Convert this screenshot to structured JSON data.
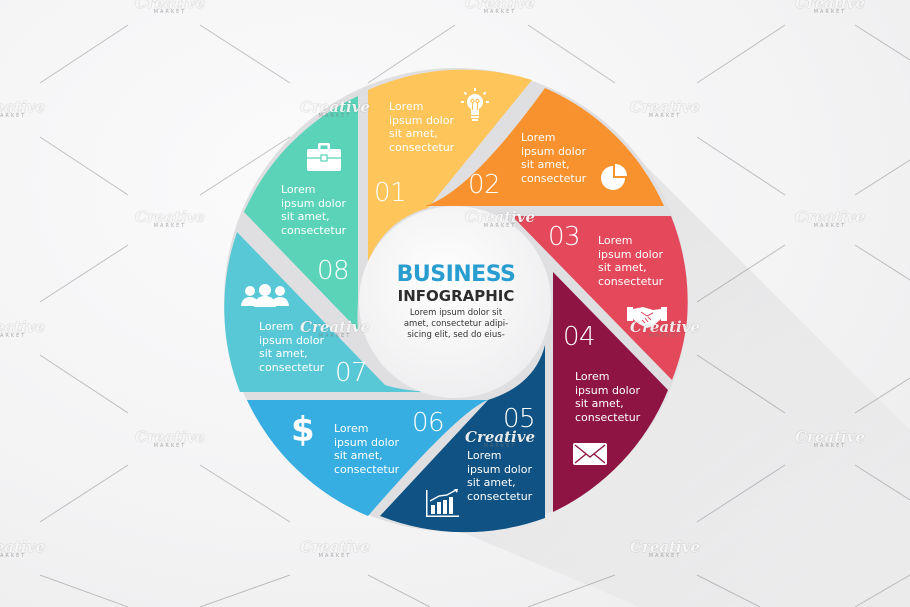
{
  "center": {
    "title": "BUSINESS",
    "subtitle": "INFOGRAPHIC",
    "body": "Lorem ipsum dolor sit\namet, consectetur adipi-\nsicing elit, sed do eius-",
    "title_color": "#2a9dd0"
  },
  "segments": [
    {
      "number": "01",
      "text": "Lorem\nipsum dolor\nsit amet,\nconsectetur",
      "icon": "lightbulb-icon",
      "color": "#fdc55a"
    },
    {
      "number": "02",
      "text": "Lorem\nipsum dolor\nsit amet,\nconsectetur",
      "icon": "pie-chart-icon",
      "color": "#f7922f"
    },
    {
      "number": "03",
      "text": "Lorem\nipsum dolor\nsit amet,\nconsectetur",
      "icon": "handshake-icon",
      "color": "#e3495b"
    },
    {
      "number": "04",
      "text": "Lorem\nipsum dolor\nsit amet,\nconsectetur",
      "icon": "envelope-icon",
      "color": "#8e1443"
    },
    {
      "number": "05",
      "text": "Lorem\nipsum dolor\nsit amet,\nconsectetur",
      "icon": "bar-chart-icon",
      "color": "#0f5283"
    },
    {
      "number": "06",
      "text": "Lorem\nipsum dolor\nsit amet,\nconsectetur",
      "icon": "dollar-icon",
      "color": "#36aee1"
    },
    {
      "number": "07",
      "text": "Lorem\nipsum dolor\nsit amet,\nconsectetur",
      "icon": "people-icon",
      "color": "#59c8d6"
    },
    {
      "number": "08",
      "text": "Lorem\nipsum dolor\nsit amet,\nconsectetur",
      "icon": "briefcase-icon",
      "color": "#5bd3b9"
    }
  ],
  "watermark": {
    "brand": "Creative",
    "sub": "MARKET"
  }
}
